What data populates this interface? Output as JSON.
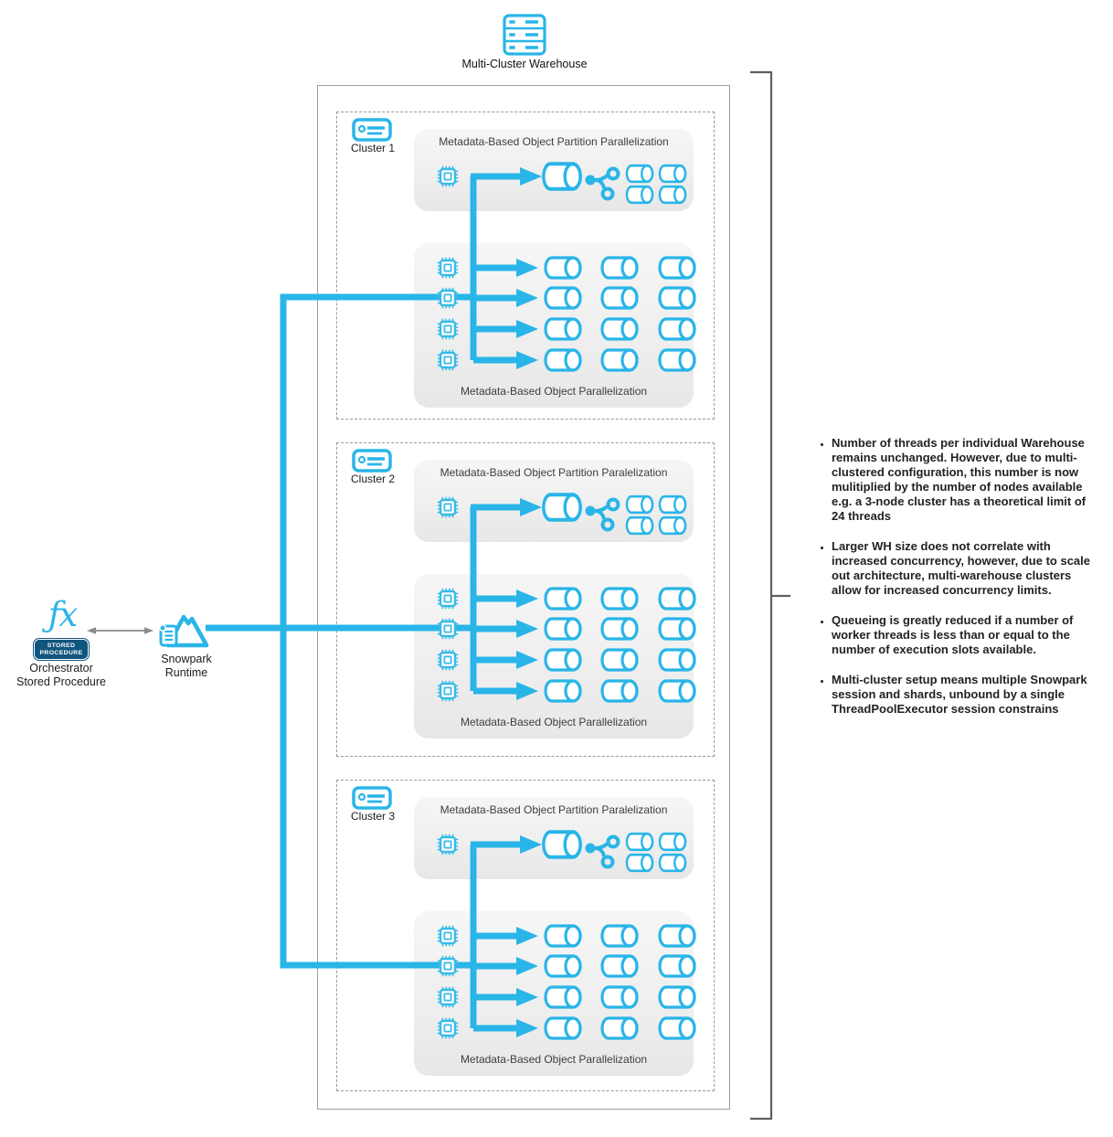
{
  "header": {
    "warehouse_label": "Multi-Cluster Warehouse"
  },
  "left": {
    "fx_glyph": "ƒx",
    "badge": {
      "line1": "STORED",
      "line2": "PROCEDURE"
    },
    "orchestrator": {
      "line1": "Orchestrator",
      "line2": "Stored Procedure"
    },
    "snowpark": {
      "line1": "Snowpark",
      "line2": "Runtime"
    }
  },
  "clusters": [
    {
      "label": "Cluster 1",
      "partition_title": "Metadata-Based Object Partition Parallelization",
      "object_title": "Metadata-Based Object Parallelization"
    },
    {
      "label": "Cluster 2",
      "partition_title": "Metadata-Based Object Partition Paralelization",
      "object_title": "Metadata-Based Object Parallelization"
    },
    {
      "label": "Cluster 3",
      "partition_title": "Metadata-Based Object Partition Paralelization",
      "object_title": "Metadata-Based Object Parallelization"
    }
  ],
  "notes": [
    "Number of threads per individual Warehouse remains unchanged. However, due to multi-clustered configuration, this number is now mulitiplied by the number of nodes available e.g. a 3-node cluster has a theoretical limit of 24 threads",
    "Larger WH size does not correlate with increased concurrency, however, due to scale out architecture, multi-warehouse clusters allow for increased concurrency limits.",
    "Queueing is greatly reduced if a number of worker threads is less than or equal to the number of execution slots available.",
    "Multi-cluster setup means multiple Snowpark session and shards, unbound by a single ThreadPoolExecutor session constrains"
  ],
  "colors": {
    "accent": "#29B5E8",
    "badge": "#11567F"
  }
}
